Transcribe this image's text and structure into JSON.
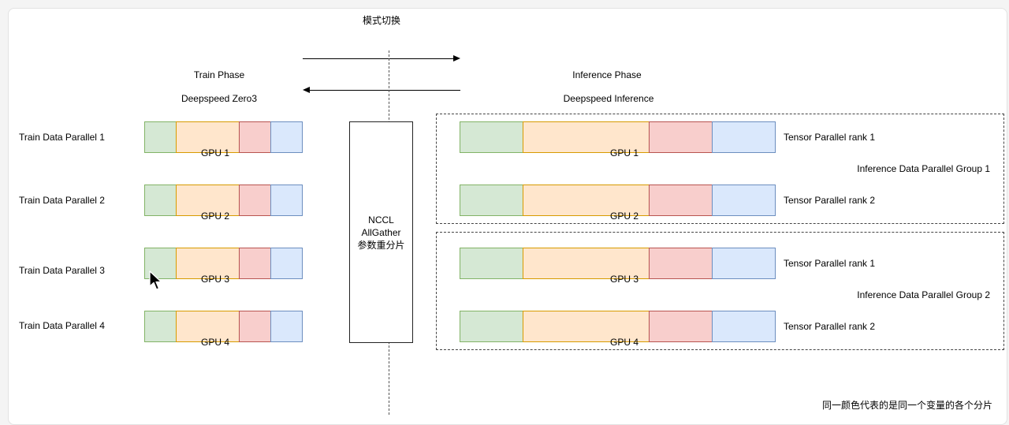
{
  "header": {
    "mode_switch": "模式切换",
    "train_phase": "Train Phase",
    "train_engine": "Deepspeed Zero3",
    "inference_phase": "Inference Phase",
    "inference_engine": "Deepspeed Inference"
  },
  "colors": {
    "green": {
      "fill": "#d5e8d4",
      "stroke": "#82b366"
    },
    "orange": {
      "fill": "#ffe6cc",
      "stroke": "#d79b00"
    },
    "red": {
      "fill": "#f8cecc",
      "stroke": "#b85450"
    },
    "blue": {
      "fill": "#dae8fc",
      "stroke": "#6c8ebf"
    }
  },
  "train": {
    "rows": [
      {
        "label": "Train Data Parallel 1",
        "gpu": "GPU 1"
      },
      {
        "label": "Train Data Parallel 2",
        "gpu": "GPU 2"
      },
      {
        "label": "Train Data Parallel 3",
        "gpu": "GPU 3"
      },
      {
        "label": "Train Data Parallel 4",
        "gpu": "GPU 4"
      }
    ]
  },
  "nccl": {
    "line1": "NCCL",
    "line2": "AllGather",
    "line3": "参数重分片"
  },
  "inference": {
    "rows": [
      {
        "gpu": "GPU 1",
        "rank": "Tensor Parallel rank 1"
      },
      {
        "gpu": "GPU 2",
        "rank": "Tensor Parallel rank 2"
      },
      {
        "gpu": "GPU 3",
        "rank": "Tensor Parallel rank 1"
      },
      {
        "gpu": "GPU 4",
        "rank": "Tensor Parallel rank 2"
      }
    ],
    "groups": [
      {
        "label": "Inference Data Parallel Group 1"
      },
      {
        "label": "Inference Data Parallel Group 2"
      }
    ]
  },
  "footnote": "同一颜色代表的是同一个变量的各个分片"
}
